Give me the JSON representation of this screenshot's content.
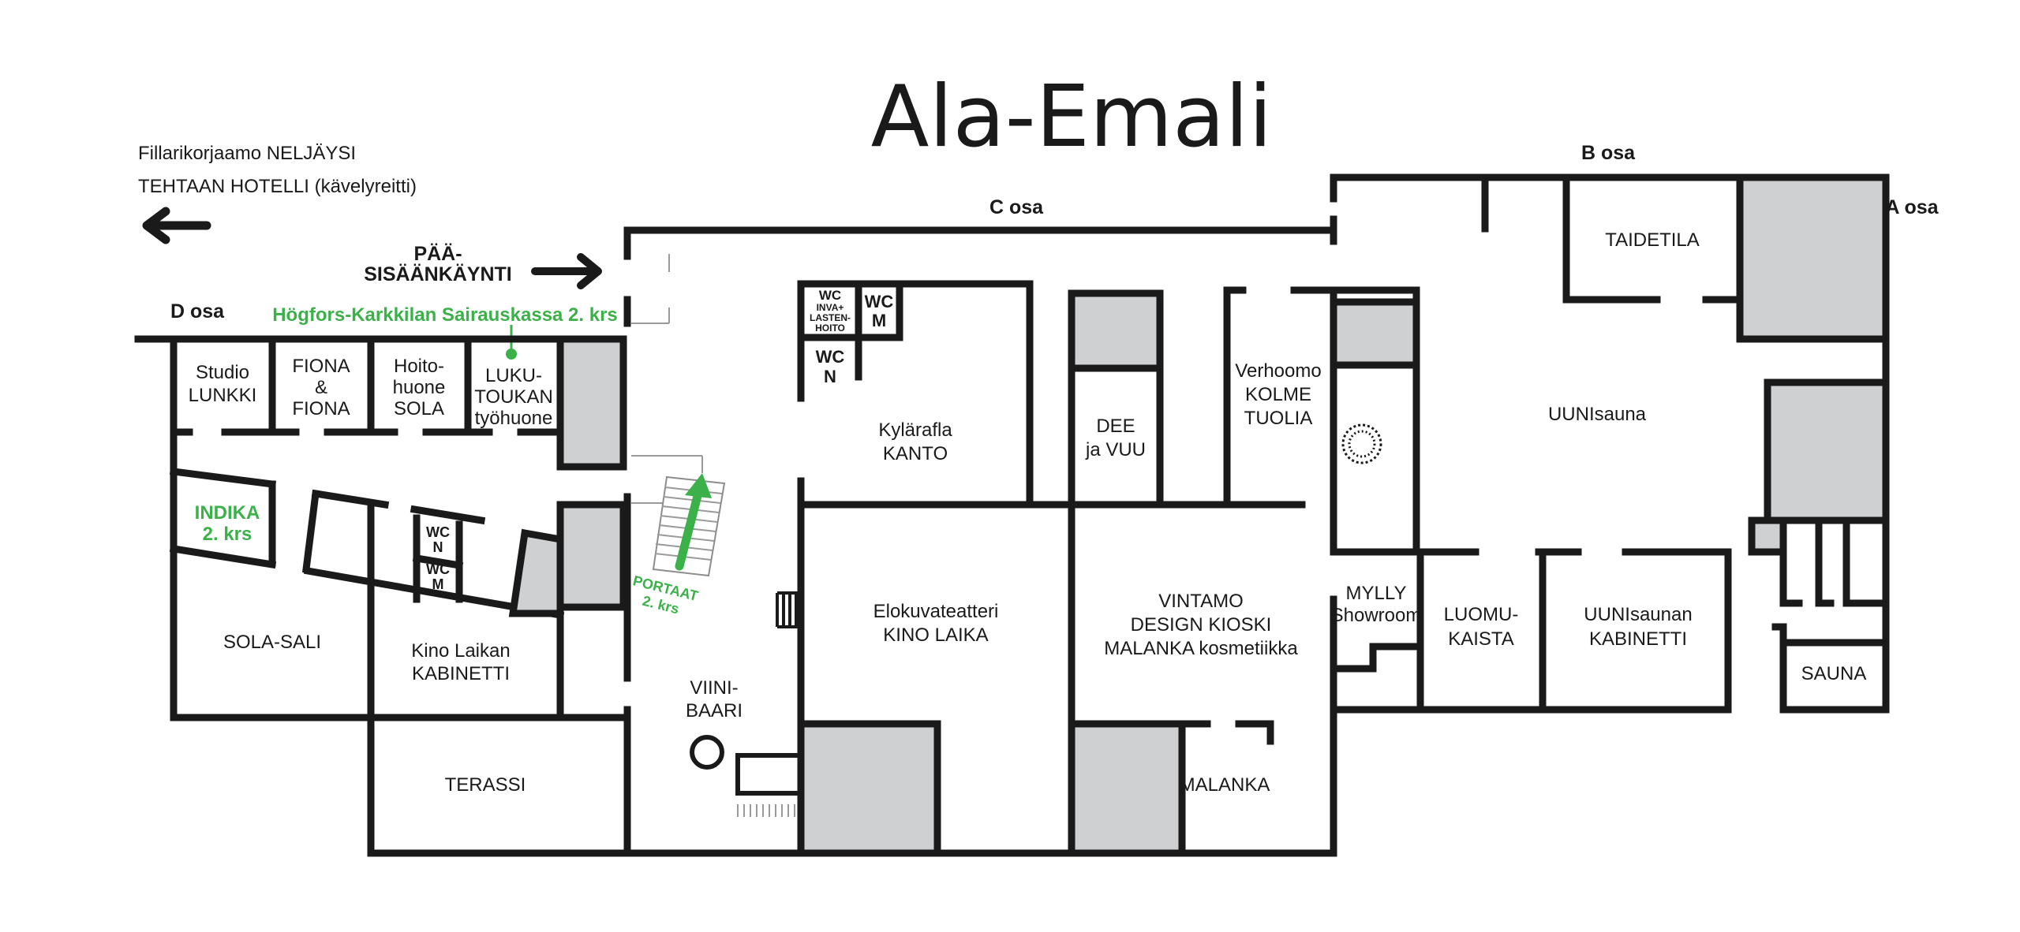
{
  "title": "Ala-Emali",
  "nav": {
    "bike_repair": "Fillarikorjaamo NELJÄYSI",
    "hotel_route": "TEHTAAN HOTELLI (kävelyreitti)",
    "main_entrance_line1": "PÄÄ-",
    "main_entrance_line2": "SISÄÄNKÄYNTI"
  },
  "sections": {
    "a": "A osa",
    "b": "B osa",
    "c": "C osa",
    "d": "D osa"
  },
  "green_notes": {
    "sairauskassa": "Högfors-Karkkilan Sairauskassa 2. krs",
    "indika_line1": "INDIKA",
    "indika_line2": "2. krs",
    "portaat_line1": "PORTAAT",
    "portaat_line2": "2. krs"
  },
  "rooms": {
    "studio_l1": "Studio",
    "studio_l2": "LUNKKI",
    "fiona_l1": "FIONA",
    "fiona_l2": "&",
    "fiona_l3": "FIONA",
    "hoito_l1": "Hoito-",
    "hoito_l2": "huone",
    "hoito_l3": "SOLA",
    "luku_l1": "LUKU-",
    "luku_l2": "TOUKAN",
    "luku_l3": "työhuone",
    "sola_sali": "SOLA-SALI",
    "kino_kab_l1": "Kino Laikan",
    "kino_kab_l2": "KABINETTI",
    "terassi": "TERASSI",
    "viini_l1": "VIINI-",
    "viini_l2": "BAARI",
    "kylarafla_l1": "Kylärafla",
    "kylarafla_l2": "KANTO",
    "elokuva_l1": "Elokuvateatteri",
    "elokuva_l2": "KINO LAIKA",
    "dee_l1": "DEE",
    "dee_l2": "ja VUU",
    "verhoomo_l1": "Verhoomo",
    "verhoomo_l2": "KOLME",
    "verhoomo_l3": "TUOLIA",
    "vintamo_l1": "VINTAMO",
    "vintamo_l2": "DESIGN KIOSKI",
    "vintamo_l3": "MALANKA kosmetiikka",
    "malanka": "MALANKA",
    "mylly_l1": "MYLLY",
    "mylly_l2": "Showroom",
    "luomu_l1": "LUOMU-",
    "luomu_l2": "KAISTA",
    "uuni_kab_l1": "UUNIsaunan",
    "uuni_kab_l2": "KABINETTI",
    "uunisauna": "UUNIsauna",
    "taidetila": "TAIDETILA",
    "sauna": "SAUNA"
  },
  "wc": {
    "wc": "WC",
    "n": "N",
    "m": "M",
    "inva1": "INVA+",
    "inva2": "LASTEN-",
    "inva3": "HOITO"
  },
  "colors": {
    "walls": "#1a1a1a",
    "fill_gray": "#cfd0d2",
    "accent_green": "#3cb14a"
  }
}
